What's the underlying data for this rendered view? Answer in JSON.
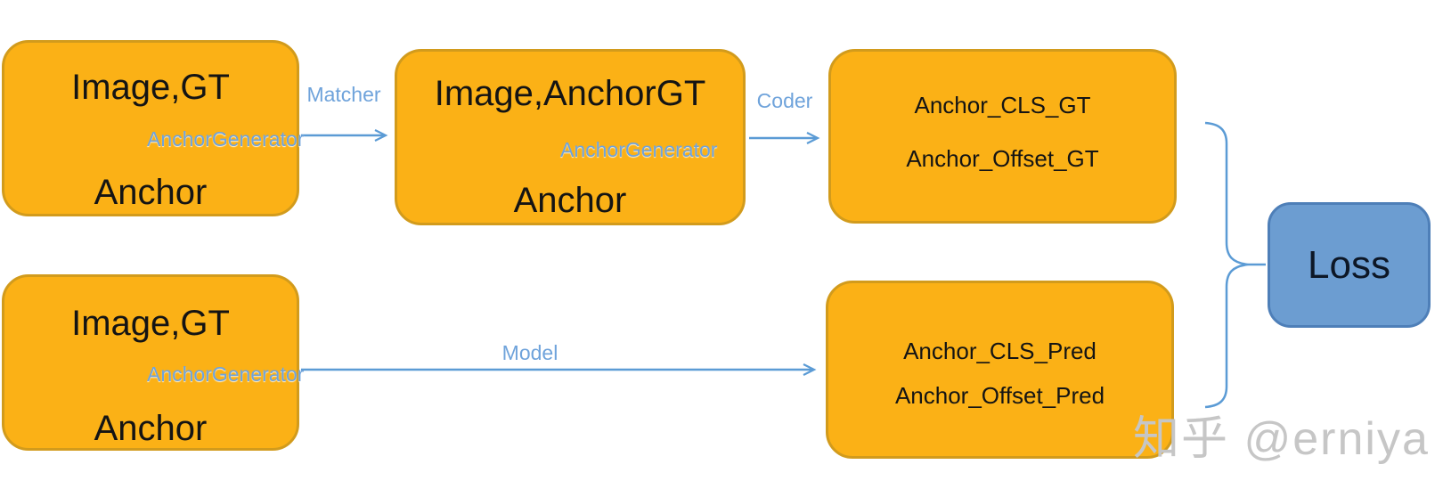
{
  "nodes": {
    "top_left": {
      "title": "Image,GT",
      "generator_label": "AnchorGenerator",
      "output": "Anchor"
    },
    "top_middle": {
      "title": "Image,AnchorGT",
      "generator_label": "AnchorGenerator",
      "output": "Anchor"
    },
    "top_right": {
      "line1": "Anchor_CLS_GT",
      "line2": "Anchor_Offset_GT"
    },
    "bottom_left": {
      "title": "Image,GT",
      "generator_label": "AnchorGenerator",
      "output": "Anchor"
    },
    "bottom_right": {
      "line1": "Anchor_CLS_Pred",
      "line2": "Anchor_Offset_Pred"
    },
    "loss": {
      "label": "Loss"
    }
  },
  "edges": {
    "matcher": {
      "label": "Matcher"
    },
    "coder": {
      "label": "Coder"
    },
    "model": {
      "label": "Model"
    }
  },
  "watermark": {
    "text": "知乎 @erniya"
  },
  "colors": {
    "node_fill": "#FBB116",
    "node_border": "#D29B1C",
    "connector": "#5B9BD5",
    "label_text": "#6FA3DB",
    "loss_fill": "#6C9DD1",
    "loss_border": "#4E7FB8",
    "text": "#141414",
    "watermark": "#C6C6C6"
  }
}
